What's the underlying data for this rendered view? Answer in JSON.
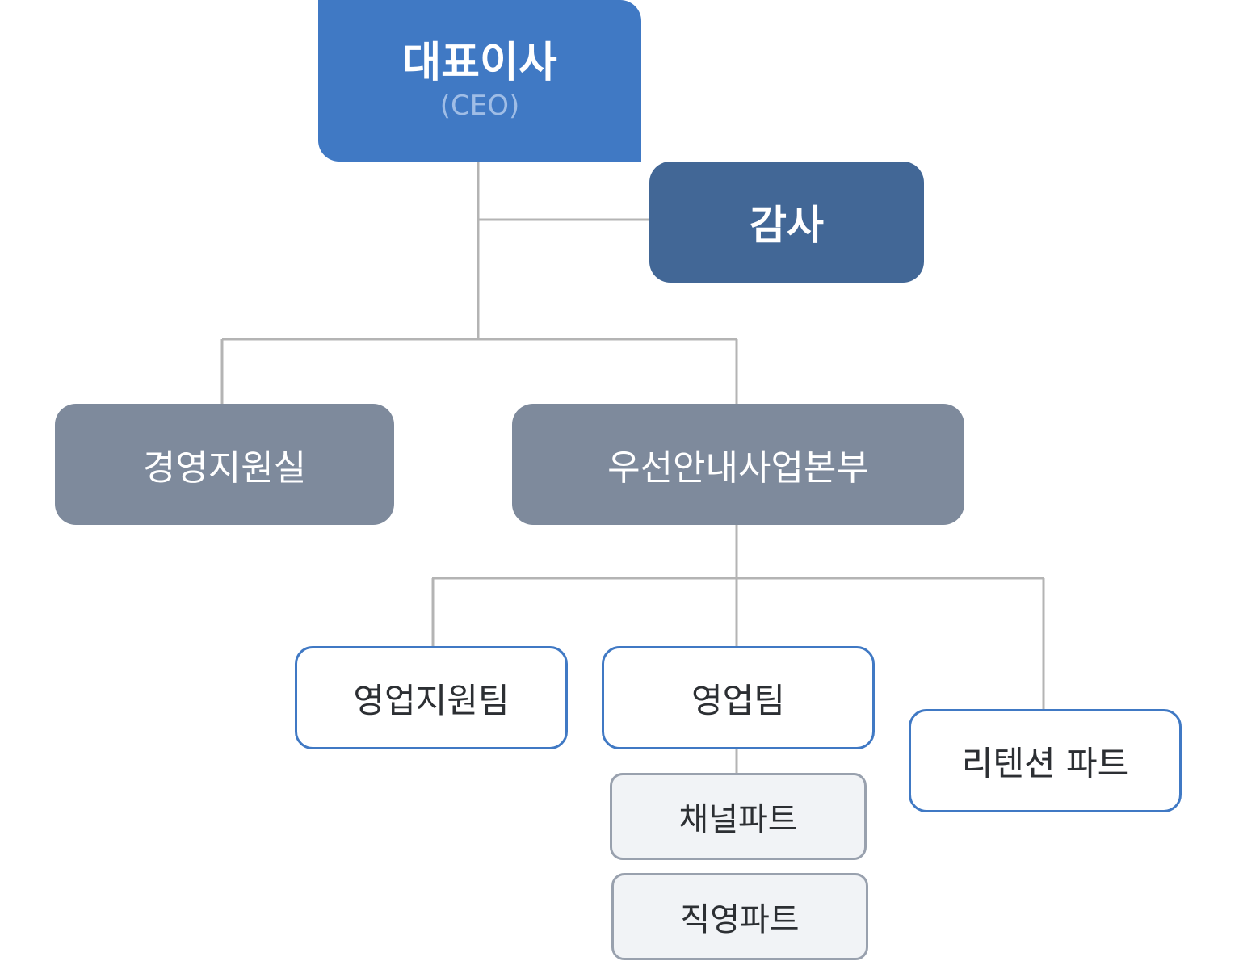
{
  "ceo": {
    "title": "대표이사",
    "subtitle": "(CEO)"
  },
  "audit": {
    "label": "감사"
  },
  "divisions": [
    {
      "label": "경영지원실"
    },
    {
      "label": "우선안내사업본부"
    }
  ],
  "teams": [
    {
      "label": "영업지원팀"
    },
    {
      "label": "영업팀"
    },
    {
      "label": "리텐션 파트"
    }
  ],
  "parts": [
    {
      "label": "채널파트"
    },
    {
      "label": "직영파트"
    }
  ],
  "colors": {
    "ceo_fill": "#4079c4",
    "audit_fill": "#426796",
    "division_fill": "#7e8a9c",
    "team_border": "#4079c4",
    "part_fill": "#f1f3f6",
    "part_border": "#99a1ae",
    "connector": "#b4b4b4"
  }
}
